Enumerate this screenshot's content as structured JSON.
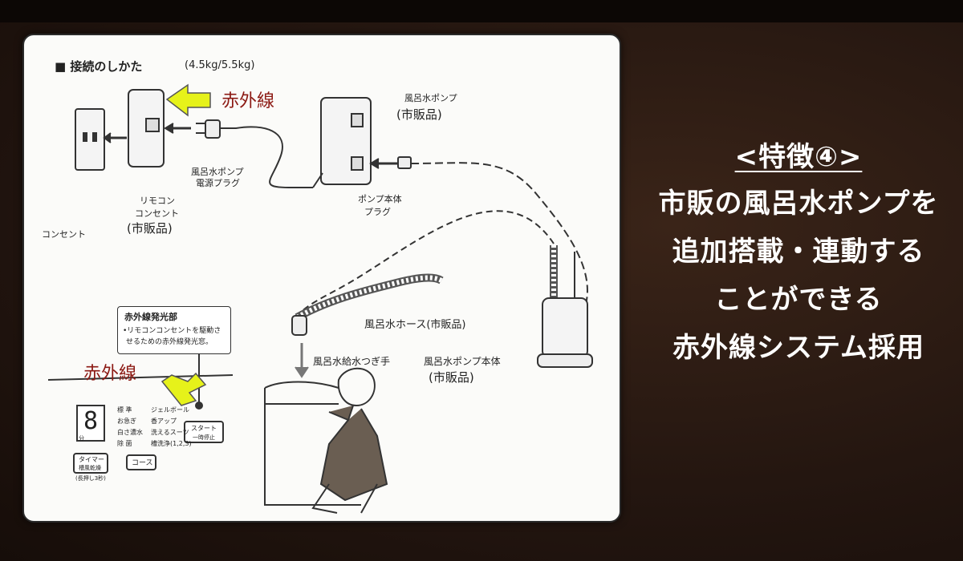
{
  "panel": {
    "title": "■ 接続のしかた",
    "title_sub": "(4.5kg/5.5kg)",
    "infrared_top": "赤外線",
    "infrared_bottom": "赤外線",
    "labels": {
      "pump_commercial_1": "風呂水ポンプ",
      "pump_commercial_2": "(市販品)",
      "pump_plug_1": "風呂水ポンプ",
      "pump_plug_2": "電源プラグ",
      "remote_outlet_1": "リモコン",
      "remote_outlet_2": "コンセント",
      "remote_outlet_3": "(市販品)",
      "outlet": "コンセント",
      "body_plug_1": "ポンプ本体",
      "body_plug_2": "プラグ",
      "hose": "風呂水ホース(市販品)",
      "joint": "風呂水給水つぎ手",
      "pump_body_1": "風呂水ポンプ本体",
      "pump_body_2": "(市販品)"
    },
    "callout": {
      "title": "赤外線発光部",
      "line1": "•リモコンコンセントを駆動さ",
      "line2": "せるための赤外線発光窓。"
    },
    "control": {
      "digit": "8",
      "digit_unit": "分",
      "menu_col1": [
        "標 準",
        "お急ぎ",
        "白さ濃水",
        "除 菌"
      ],
      "menu_col2": [
        "ジェルボール",
        "香アップ",
        "洗えるスーツ",
        "槽洗浄(1,2,3)"
      ],
      "start_1": "スタート",
      "start_2": "一時停止",
      "timer_1": "タイマー",
      "timer_2": "槽風乾燥",
      "timer_3": "(長押し3秒)",
      "course": "コース"
    }
  },
  "slide": {
    "heading": "<特徴④>",
    "lines": [
      "市販の風呂水ポンプを",
      "追加搭載・連動する",
      "ことができる",
      "赤外線システム採用"
    ]
  },
  "colors": {
    "accent_arrow": "#e6f21a",
    "accent_text": "#8c1a14",
    "text_white": "#ffffff"
  }
}
